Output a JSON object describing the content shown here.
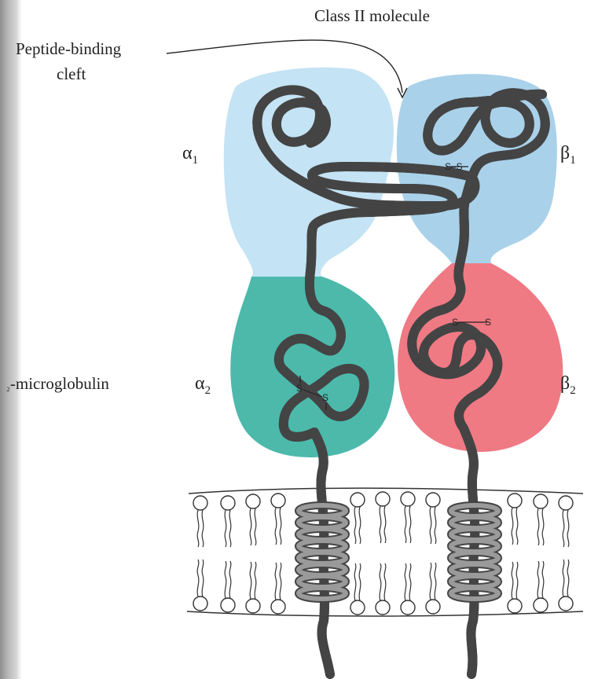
{
  "title": "Class II molecule",
  "cleft_label_line1": "Peptide-binding",
  "cleft_label_line2": "cleft",
  "microglobulin_label": "-microglobulin",
  "domains": {
    "alpha1": {
      "symbol": "α",
      "sub": "1"
    },
    "beta1": {
      "symbol": "β",
      "sub": "1"
    },
    "alpha2": {
      "symbol": "α",
      "sub": "2"
    },
    "beta2": {
      "symbol": "β",
      "sub": "2"
    }
  },
  "disulfide_labels": {
    "beta1": "S–S",
    "beta2_left": "S",
    "beta2_right": "S",
    "alpha2_left": "S",
    "alpha2_right": "S"
  },
  "colors": {
    "alpha1": "#c4e3f4",
    "beta1": "#a9d1ea",
    "alpha2": "#4cb9ab",
    "beta2": "#ef7a84",
    "chain": "#8f8f8f",
    "chain_outline": "#444444"
  }
}
